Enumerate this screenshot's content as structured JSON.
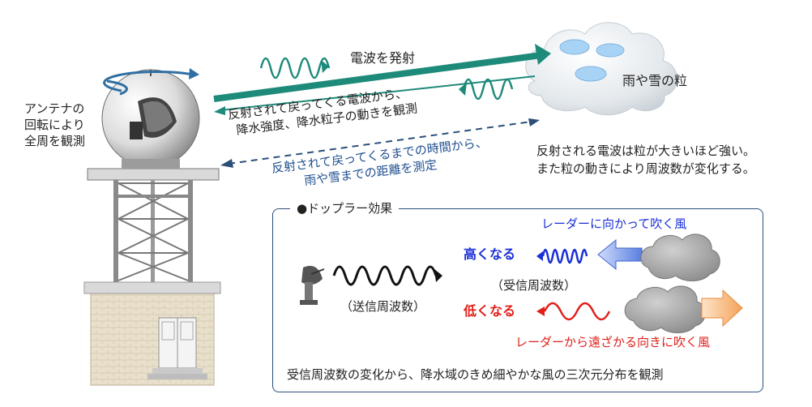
{
  "labels": {
    "antenna_rotation": [
      "アンテナの",
      "回転により",
      "全周を観測"
    ],
    "emit": "電波を発射",
    "particles": "雨や雪の粒",
    "reflected_return": [
      "反射されて戻ってくる電波から、",
      "降水強度、降水粒子の動きを観測"
    ],
    "time_measure": [
      "反射されて戻ってくるまでの時間から、",
      "雨や雪までの距離を測定"
    ],
    "reflection_note": [
      "反射される電波は粒が大きいほど強い。",
      "また粒の動きにより周波数が変化する。"
    ]
  },
  "doppler": {
    "title": "●ドップラー効果",
    "transmit_freq": "（送信周波数）",
    "receive_freq": "（受信周波数）",
    "higher": "高くなる",
    "lower": "低くなる",
    "wind_toward": "レーダーに向かって吹く風",
    "wind_away": "レーダーから遠ざかる向きに吹く風",
    "conclusion": "受信周波数の変化から、降水域のきめ細やかな風の三次元分布を観測"
  },
  "colors": {
    "teal": "#1d8a7a",
    "navy": "#2c4f7a",
    "wave_blue": "#1a2fd6",
    "wave_red": "#e0201b",
    "rain_drop": "#a9d3f5"
  }
}
